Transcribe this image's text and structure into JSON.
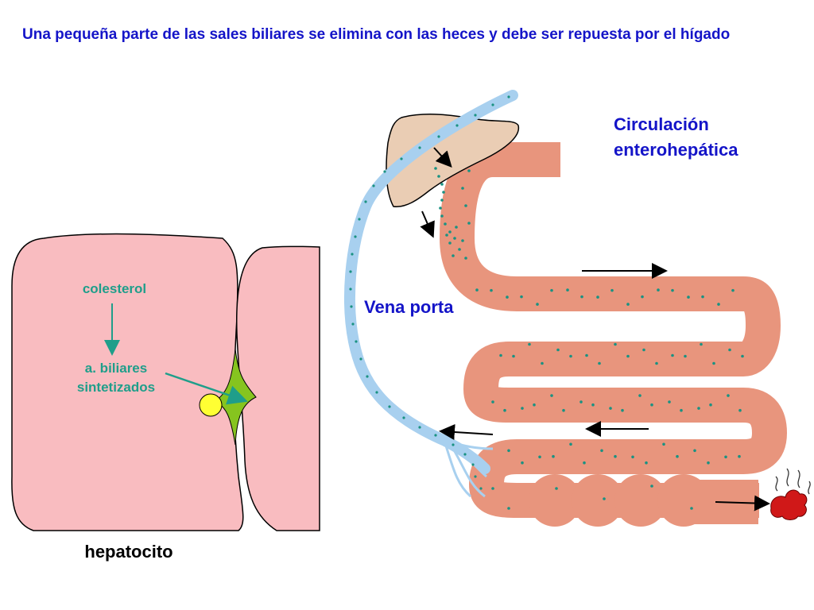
{
  "header": {
    "text": "Una pequeña parte de las sales biliares se elimina con las heces y debe ser repuesta por el hígado"
  },
  "labels": {
    "cholesterol": "colesterol",
    "bile_acids_line1": "a. biliares",
    "bile_acids_line2": "sintetizados",
    "hepatocyte": "hepatocito",
    "portal_vein": "Vena porta",
    "circulation_line1": "Circulación",
    "circulation_line2": "enterohepática"
  },
  "colors": {
    "hepatocyte_fill": "#f9bcc0",
    "canaliculus_green": "#86c41f",
    "bile_droplet": "#ffff33",
    "label_teal": "#1f9e8a",
    "label_blue": "#1414c8",
    "intestine": "#e8957d",
    "portal_vein": "#a8d0ef",
    "liver": "#eacdb4",
    "bile_salt_dots": "#1a9282",
    "feces": "#d01818"
  }
}
